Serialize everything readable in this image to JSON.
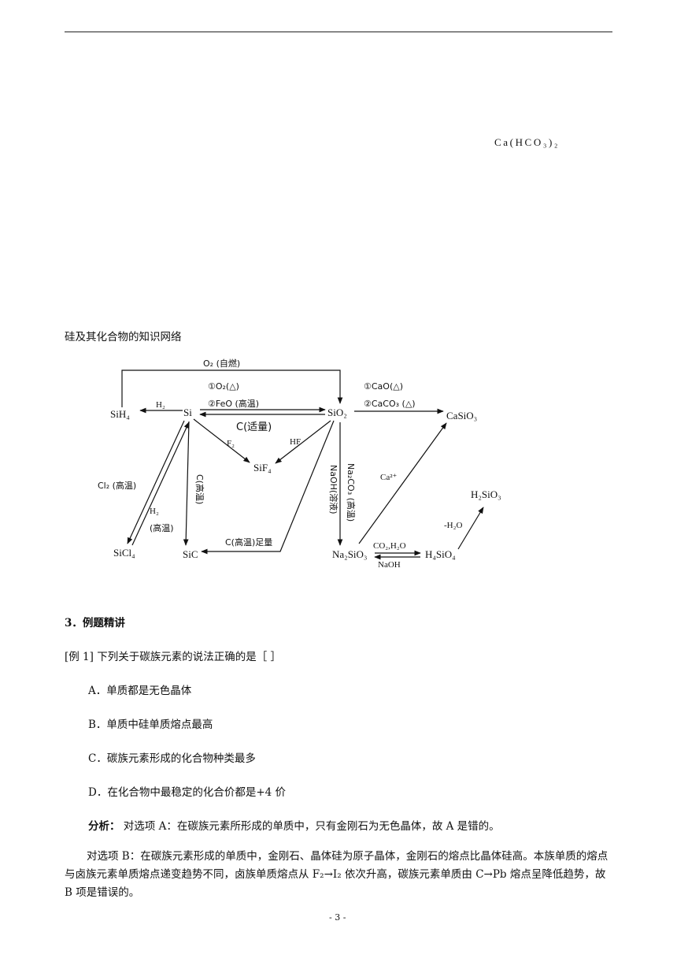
{
  "header_formula": "Ca(HCO₃)₂",
  "section_title": "硅及其化合物的知识网络",
  "diagram": {
    "nodes": {
      "sih4": "SiH₄",
      "si": "Si",
      "sio2": "SiO₂",
      "casio3": "CaSiO₃",
      "sif4": "SiF₄",
      "sicl4": "SiCl₄",
      "sic": "SiC",
      "na2sio3": "Na₂SiO₃",
      "h4sio4": "H₄SiO₄",
      "h2sio3": "H₂SiO₃"
    },
    "labels": {
      "o2_selfburn": "O₂ (自燃)",
      "h2_top": "H₂",
      "o2_heat": "①O₂(△)",
      "feo_high": "②FeO (高温)",
      "c_proper": "C(适量)",
      "cao_heat": "①CaO(△)",
      "caco3_heat": "②CaCO₃ (△)",
      "f2": "F₂",
      "hf": "HF",
      "cl2_high": "Cl₂ (高温)",
      "h2_left": "H₂",
      "high_temp": "(高温)",
      "c_high_vertical": "C(高温)",
      "c_high_excess": "C(高温)足量",
      "na2co3_high": "Na₂CO₃ (高温)",
      "naoh_solution": "NaOH(溶液)",
      "ca2plus": "Ca²⁺",
      "minus_h2o": "-H₂O",
      "co2_h2o": "CO₂,H₂O",
      "naoh": "NaOH"
    }
  },
  "example": {
    "heading": "3．例题精讲",
    "question": "[例 1] 下列关于碳族元素的说法正确的是［ ］",
    "options": [
      "A．单质都是无色晶体",
      "B．单质中硅单质熔点最高",
      "C．碳族元素形成的化合物种类最多",
      "D．在化合物中最稳定的化合价都是+4 价"
    ],
    "analysis_label": "分析：",
    "analysis_text": " 对选项 A：在碳族元素所形成的单质中，只有金刚石为无色晶体，故 A 是错的。",
    "paragraph_b": "对选项 B：在碳族元素形成的单质中，金刚石、晶体硅为原子晶体，金刚石的熔点比晶体硅高。本族单质的熔点与卤族元素单质熔点递变趋势不同，卤族单质熔点从 F₂→I₂ 依次升高，碳族元素单质由 C→Pb 熔点呈降低趋势，故 B 项是错误的。"
  },
  "footer": {
    "page_number": "- 3 -"
  }
}
